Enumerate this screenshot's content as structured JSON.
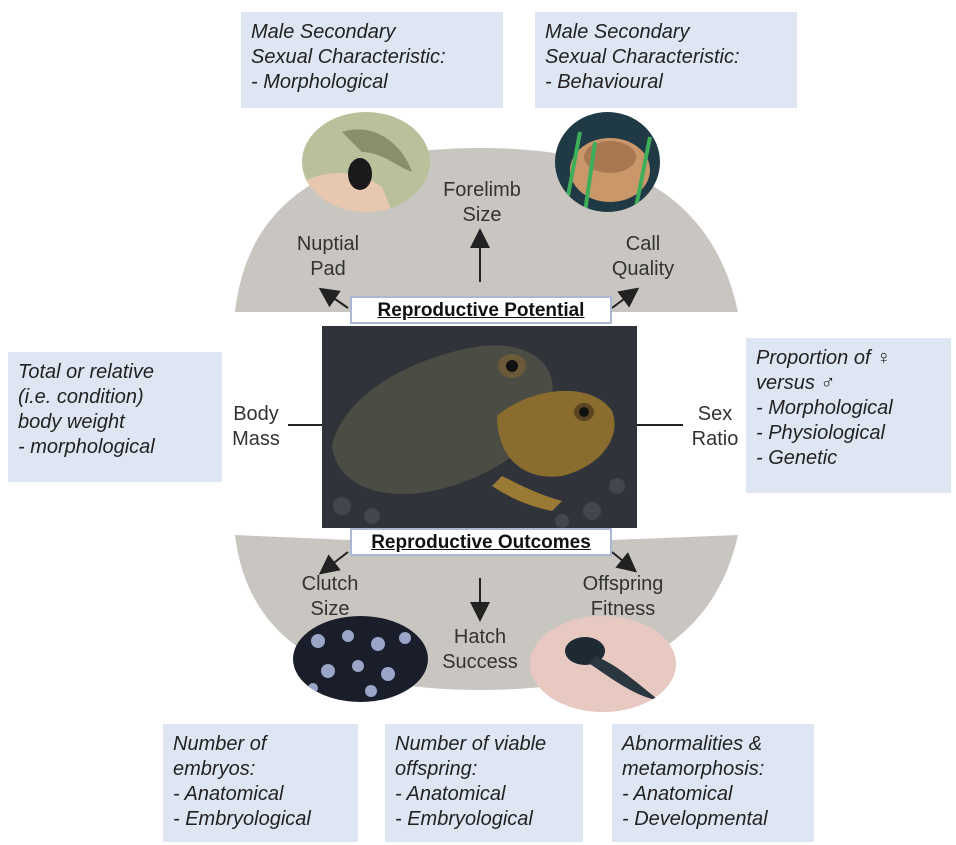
{
  "top_left_box": [
    "Male Secondary",
    "Sexual Characteristic:",
    " - Morphological"
  ],
  "top_right_box": [
    "Male Secondary",
    "Sexual Characteristic:",
    " - Behavioural"
  ],
  "left_box": [
    "Total or relative",
    "(i.e. condition)",
    "body weight",
    " - morphological"
  ],
  "right_box": [
    "Proportion of ♀",
    "versus ♂",
    " - Morphological",
    " - Physiological",
    " - Genetic"
  ],
  "bottom_left_box": [
    "Number of",
    "embryos:",
    " - Anatomical",
    " - Embryological"
  ],
  "bottom_mid_box": [
    "Number of viable",
    "offspring:",
    " - Anatomical",
    " - Embryological"
  ],
  "bottom_right_box": [
    "Abnormalities &",
    "metamorphosis:",
    " - Anatomical",
    " - Developmental"
  ],
  "labels": {
    "nuptial_pad": [
      "Nuptial",
      "Pad"
    ],
    "forelimb_size": [
      "Forelimb",
      "Size"
    ],
    "call_quality": [
      "Call",
      "Quality"
    ],
    "body_mass": [
      "Body",
      "Mass"
    ],
    "sex_ratio": [
      "Sex",
      "Ratio"
    ],
    "clutch_size": [
      "Clutch",
      "Size"
    ],
    "hatch_success": [
      "Hatch",
      "Success"
    ],
    "offspring_fitness": [
      "Offspring",
      "Fitness"
    ]
  },
  "titles": {
    "potential": "Reproductive Potential",
    "outcomes": "Reproductive Outcomes"
  },
  "colors": {
    "box": "#dfe6f3",
    "band": "#c9c6c1",
    "arrow": "#222222"
  }
}
